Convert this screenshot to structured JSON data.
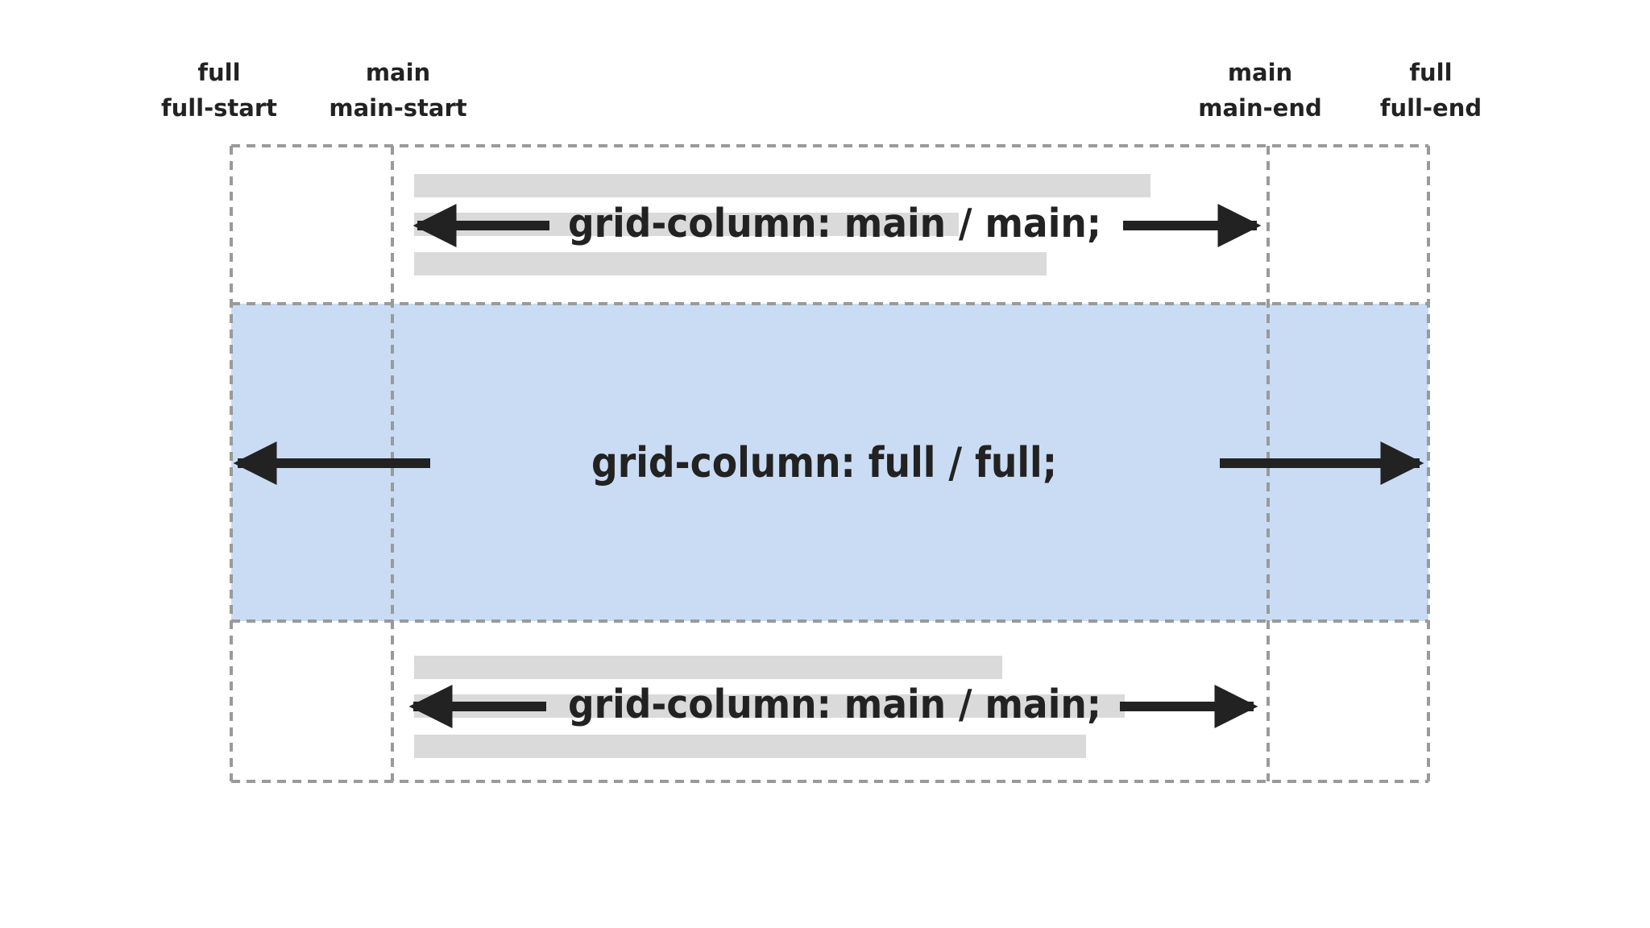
{
  "grid_lines": [
    {
      "id": "full-start",
      "name": "full",
      "alias": "full-start"
    },
    {
      "id": "main-start",
      "name": "main",
      "alias": "main-start"
    },
    {
      "id": "main-end",
      "name": "main",
      "alias": "main-end"
    },
    {
      "id": "full-end",
      "name": "full",
      "alias": "full-end"
    }
  ],
  "rows": {
    "top": {
      "code": "grid-column: main / main;"
    },
    "middle": {
      "code": "grid-column: full / full;"
    },
    "bottom": {
      "code": "grid-column: main / main;"
    }
  },
  "colors": {
    "full_row_fill": "#c9dcf4",
    "dashed_line": "#9a9a9a",
    "placeholder_bar": "#dadada",
    "text": "#222222"
  }
}
